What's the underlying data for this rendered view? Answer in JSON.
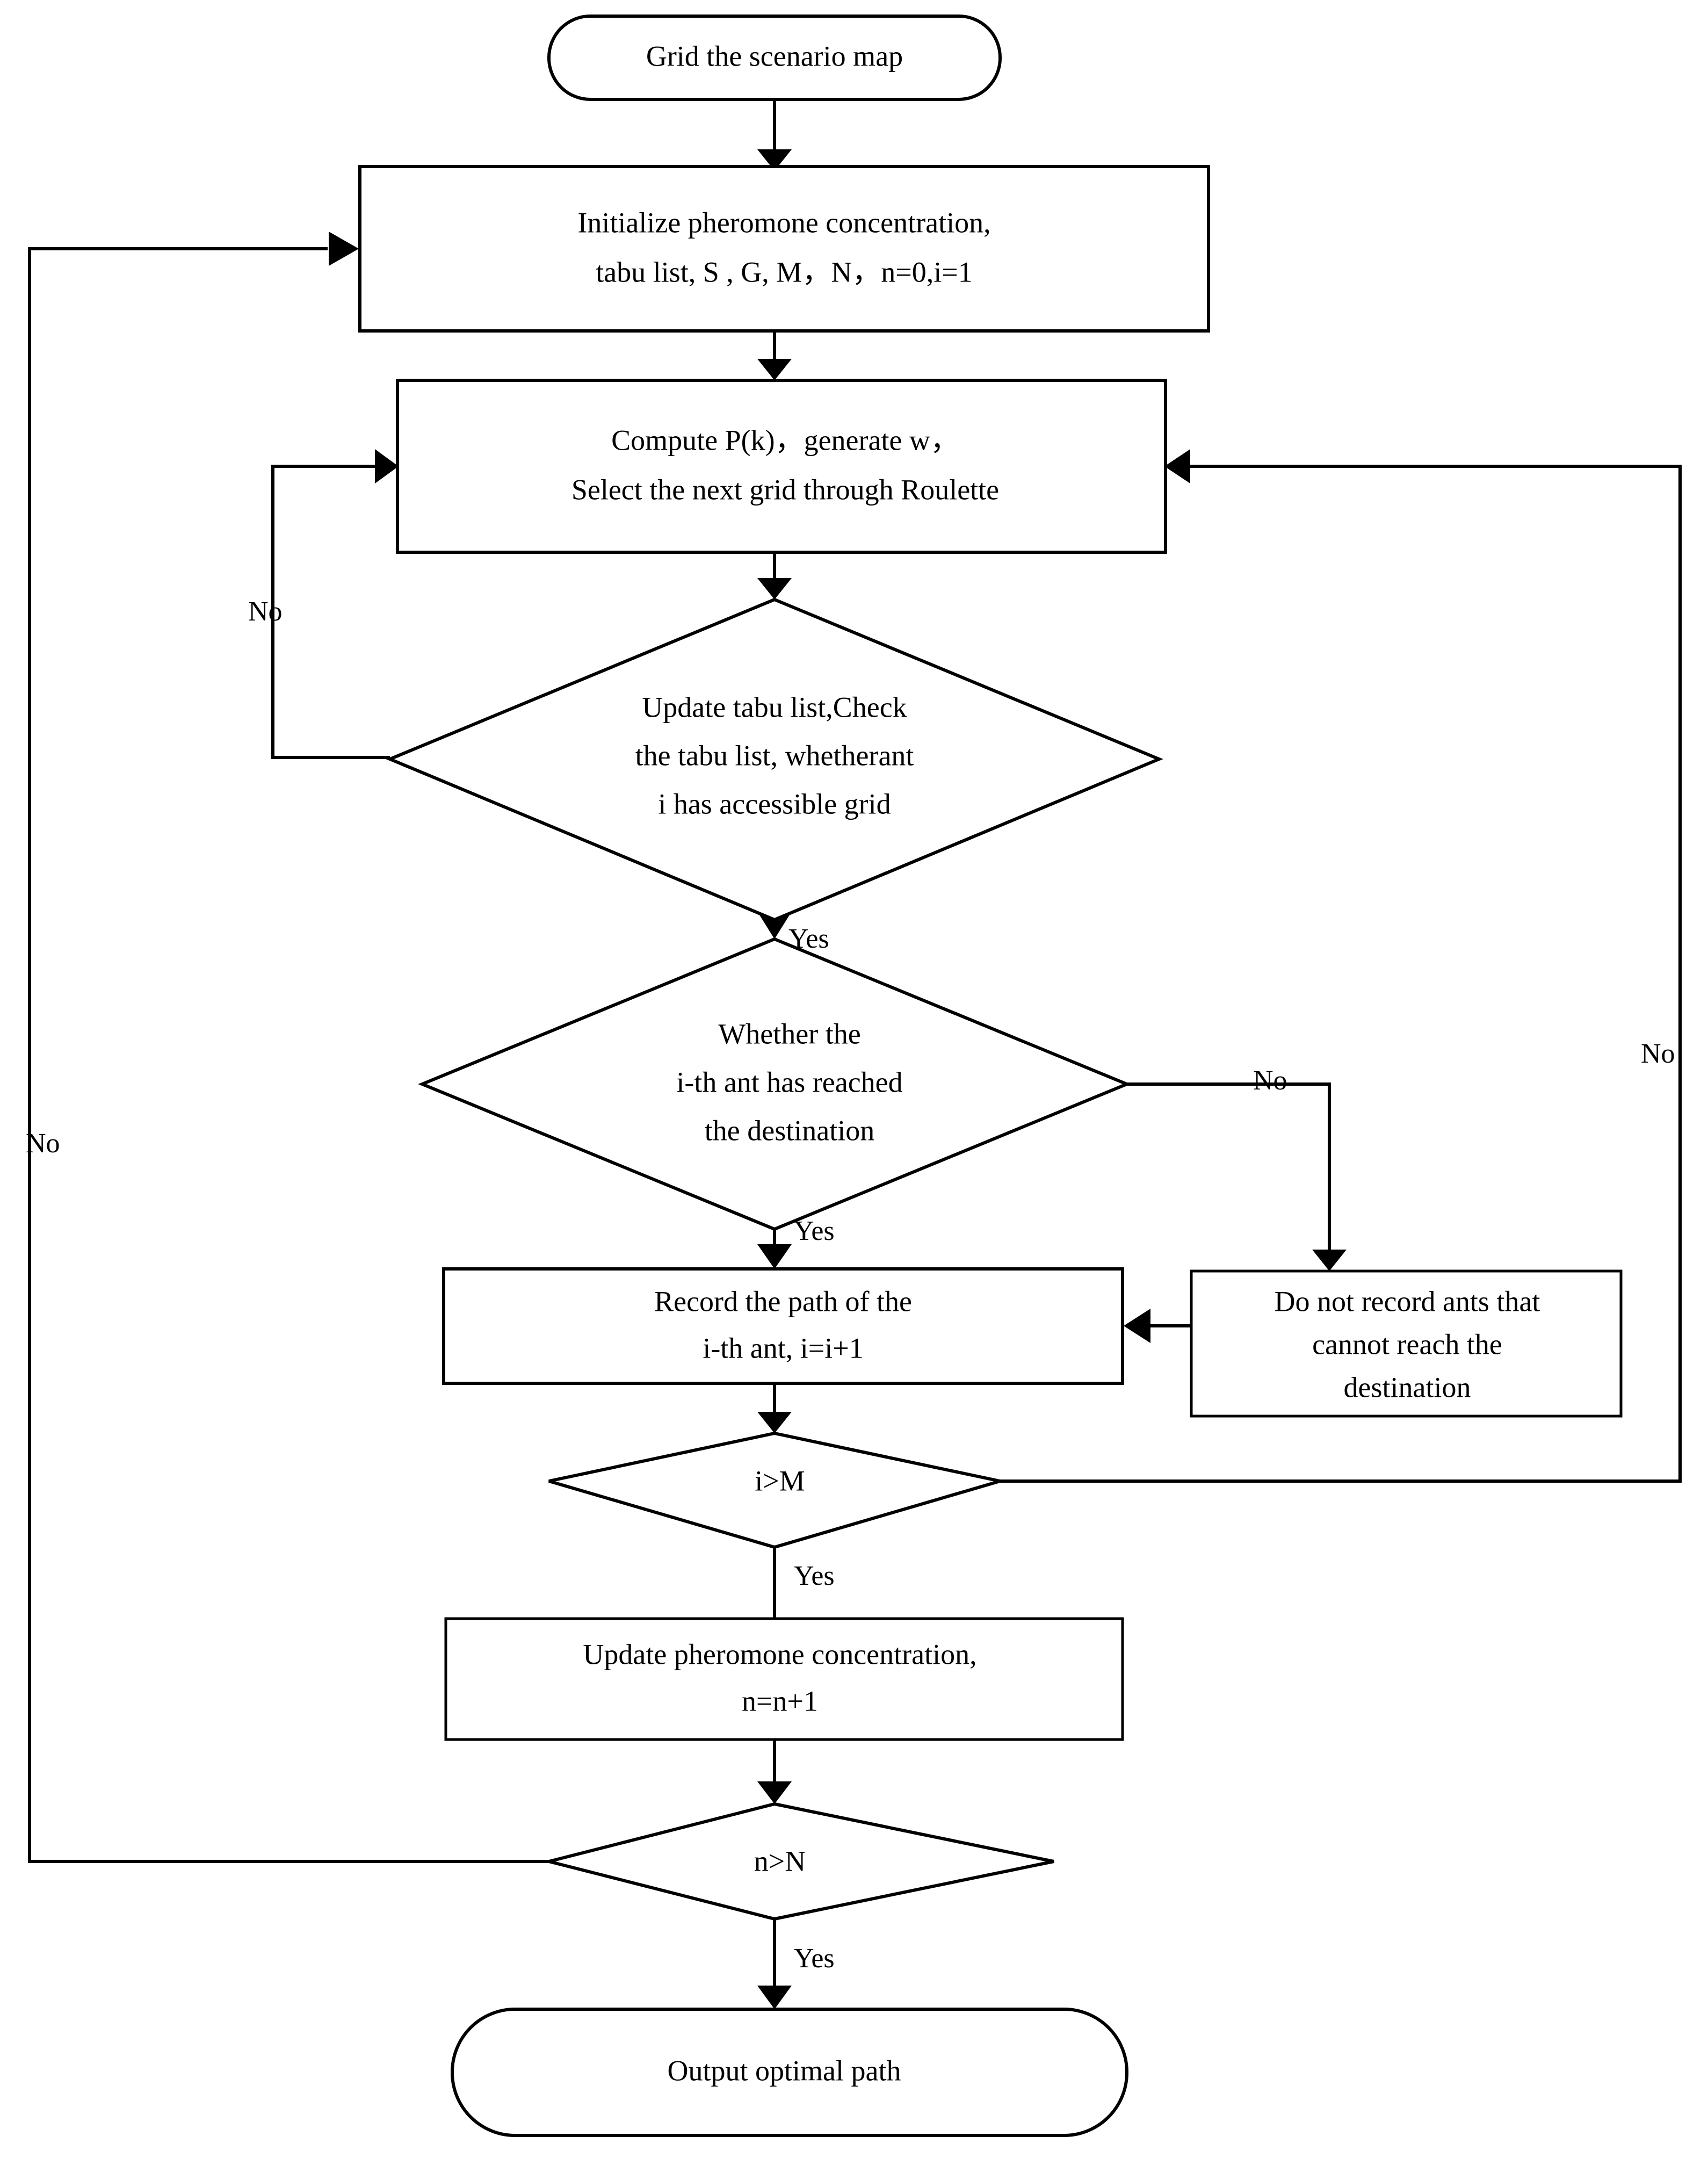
{
  "diagram": {
    "title": "Ant colony path planning algorithm flowchart",
    "type": "flowchart",
    "background_color": "#ffffff",
    "line_color": "#000000",
    "text_color": "#000000"
  },
  "nodes": {
    "start": {
      "shape": "stadium",
      "lines": [
        "Grid the scenario map"
      ]
    },
    "initialize": {
      "shape": "rectangle",
      "lines": [
        "Initialize pheromone concentration,",
        "tabu list, S , G, M，N，n=0,i=1"
      ]
    },
    "compute": {
      "shape": "rectangle",
      "lines": [
        "Compute P(k)，generate w，",
        "Select the next grid through Roulette"
      ]
    },
    "check_tabu": {
      "shape": "diamond",
      "lines": [
        "Update tabu list,Check",
        "the tabu list, whetherant",
        "i has accessible grid"
      ]
    },
    "reached_dest": {
      "shape": "diamond",
      "lines": [
        "Whether the",
        "i-th ant has reached",
        "the destination"
      ]
    },
    "record_path": {
      "shape": "rectangle",
      "lines": [
        "Record the path of the",
        "i-th ant, i=i+1"
      ]
    },
    "do_not_record": {
      "shape": "rectangle",
      "lines": [
        "Do not record ants that",
        "cannot reach the",
        "destination"
      ]
    },
    "i_gt_m": {
      "shape": "diamond",
      "lines": [
        "i>M"
      ]
    },
    "update_pheromone": {
      "shape": "rectangle",
      "lines": [
        "Update pheromone concentration,",
        "n=n+1"
      ]
    },
    "n_gt_n": {
      "shape": "diamond",
      "lines": [
        "n>N"
      ]
    },
    "output": {
      "shape": "stadium",
      "lines": [
        "Output optimal path"
      ]
    }
  },
  "edge_labels": {
    "tabu_no": "No",
    "tabu_yes": "Yes",
    "dest_yes": "Yes",
    "dest_no": "No",
    "igtm_no": "No",
    "igtm_yes": "Yes",
    "ngtn_no": "No",
    "ngtn_yes": "Yes"
  }
}
